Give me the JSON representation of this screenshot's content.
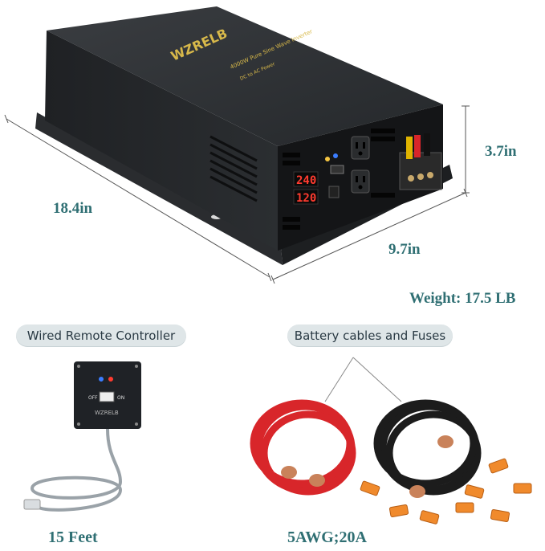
{
  "product": {
    "brand": "WZRELB",
    "model_line": "4000W Pure Sine Wave Inverter",
    "sub_line": "DC to AC Power",
    "display_top": "240",
    "display_bottom": "120"
  },
  "dimensions": {
    "length": "18.4in",
    "width": "9.7in",
    "height": "3.7in",
    "weight": "Weight: 17.5 LB"
  },
  "remote": {
    "title": "Wired Remote Controller",
    "brand": "WZRELB",
    "off_label": "OFF",
    "on_label": "ON",
    "cable_length": "15 Feet"
  },
  "cables": {
    "title": "Battery cables and Fuses",
    "spec": "5AWG;20A"
  },
  "colors": {
    "dimension_text": "#2f6f73",
    "pill_bg": "#dfe6e8",
    "brand_gold": "#d8b94a",
    "cable_red": "#d8262a",
    "cable_black": "#1c1c1c",
    "fuse_orange": "#f08a2c"
  }
}
